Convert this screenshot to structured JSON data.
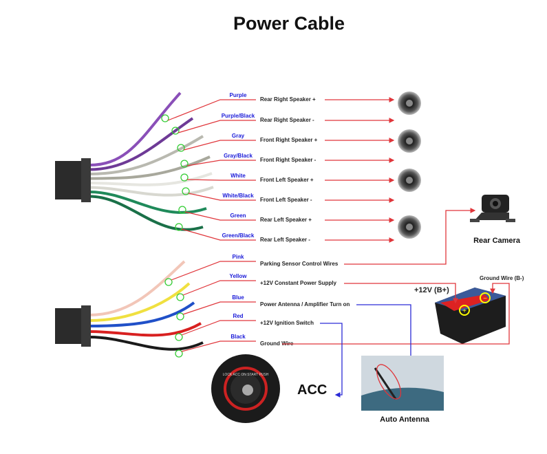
{
  "title": "Power Cable",
  "colors": {
    "red_line": "#e0353a",
    "blue_line": "#2a2ad6",
    "label_blue": "#1a1ad8",
    "marker": "#33cc33"
  },
  "speaker_wires": [
    {
      "color": "Purple",
      "function": "Rear Right Speaker +",
      "wire": "#8a4fb8"
    },
    {
      "color": "Purple/Black",
      "function": "Rear Right Speaker -",
      "wire": "#6e3a96"
    },
    {
      "color": "Gray",
      "function": "Front Right Speaker +",
      "wire": "#b9b9b0"
    },
    {
      "color": "Gray/Black",
      "function": "Front Right Speaker -",
      "wire": "#a8a89c"
    },
    {
      "color": "White",
      "function": "Front Left Speaker +",
      "wire": "#e6e6e0"
    },
    {
      "color": "White/Black",
      "function": "Front Left Speaker -",
      "wire": "#d8d8d0"
    },
    {
      "color": "Green",
      "function": "Rear Left Speaker +",
      "wire": "#1f8a5a"
    },
    {
      "color": "Green/Black",
      "function": "Rear Left Speaker -",
      "wire": "#1a7048"
    }
  ],
  "power_wires": [
    {
      "color": "Pink",
      "function": "Parking Sensor Control Wires",
      "wire": "#f2c6b8"
    },
    {
      "color": "Yellow",
      "function": "+12V Constant Power Supply",
      "wire": "#f0e040"
    },
    {
      "color": "Blue",
      "function": "Power Antenna / Amplifier Turn on",
      "wire": "#2050c8"
    },
    {
      "color": "Red",
      "function": "+12V  Ignition Switch",
      "wire": "#d82020"
    },
    {
      "color": "Black",
      "function": "Ground Wire",
      "wire": "#1a1a1a"
    }
  ],
  "devices": {
    "rear_camera": "Rear Camera",
    "battery_positive": "+12V  (B+)",
    "battery_ground": "Ground Wire (B-)",
    "acc": "ACC",
    "antenna": "Auto Antenna",
    "ignition_lettering": "LOCK ACC ON START PUSH"
  }
}
